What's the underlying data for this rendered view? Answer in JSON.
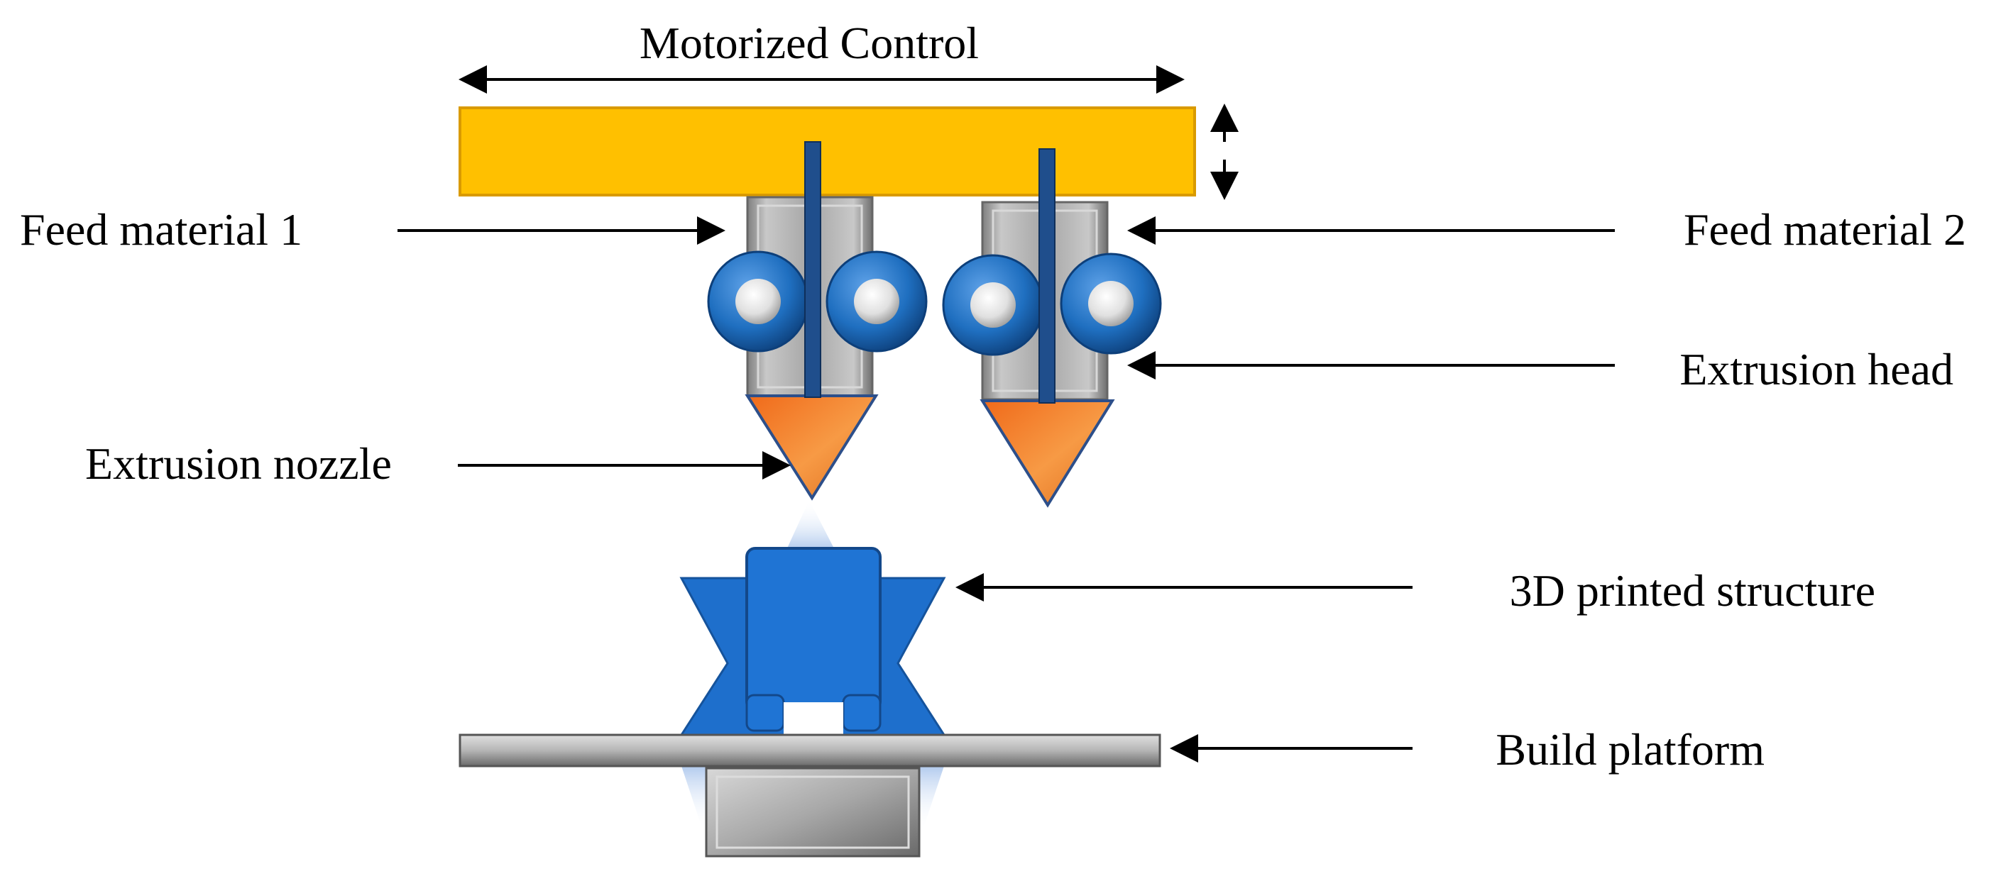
{
  "labels": {
    "motorized_control": "Motorized Control",
    "feed_material_1": "Feed material 1",
    "feed_material_2": "Feed material 2",
    "extrusion_head": "Extrusion head",
    "extrusion_nozzle": "Extrusion nozzle",
    "printed_structure": "3D printed structure",
    "build_platform": "Build platform"
  },
  "colors": {
    "gantry": "#FFC000",
    "gantry_border": "#D99A00",
    "head_gray": "#A6A6A6",
    "roller_blue": "#1F6FC0",
    "filament_blue": "#1F4E8C",
    "nozzle_orange": "#F08030",
    "structure_blue": "#1E6FCC",
    "platform_gray": "#B0B0B0"
  }
}
